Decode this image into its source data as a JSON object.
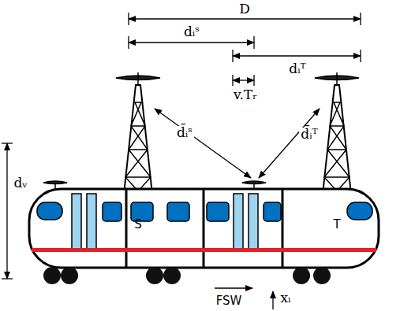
{
  "diagram": {
    "labels": [
      "D",
      "dᵢˢ",
      "dᵢᵀ",
      "v.Tᵣ",
      "d̄ᵢˢ",
      "d̄ᵢᵀ",
      "S",
      "T",
      "dᵥ",
      "FSW",
      "xᵢ"
    ]
  }
}
